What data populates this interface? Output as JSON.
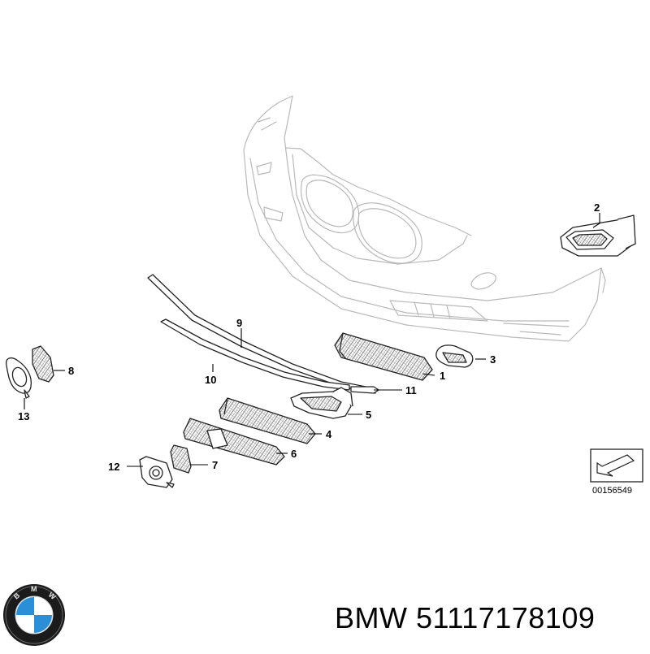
{
  "diagram": {
    "callouts": {
      "p1": "1",
      "p2": "2",
      "p3": "3",
      "p4": "4",
      "p5": "5",
      "p6": "6",
      "p7": "7",
      "p8": "8",
      "p9": "9",
      "p10": "10",
      "p11": "11",
      "p12": "12",
      "p13": "13"
    },
    "reference_number": "00156549"
  },
  "caption": {
    "text": "BMW 51117178109"
  },
  "colors": {
    "ink": "#000000",
    "ghost_outline": "#b9b9b9",
    "logo_blue": "#2a8fd6"
  }
}
